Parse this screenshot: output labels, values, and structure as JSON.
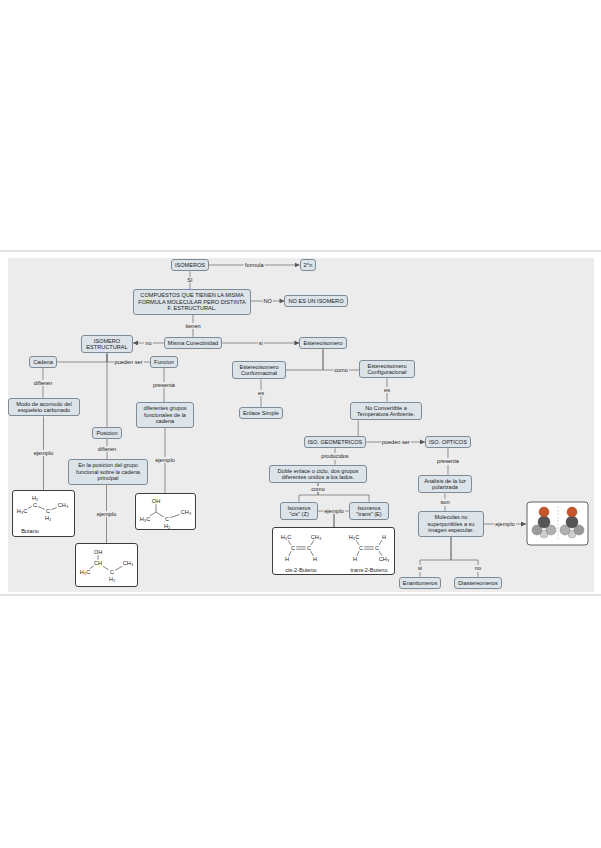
{
  "diagram": {
    "nodes": [
      {
        "text": [
          "ISOMEROS"
        ]
      },
      {
        "text": [
          "2^n"
        ]
      },
      {
        "text": [
          "COMPUESTOS QUE TIENEN LA MISMA FORMULA MOLECULAR PERO DISTINTA F. ESTRUCTURAL."
        ]
      },
      {
        "text": [
          "NO ES UN ISOMERO"
        ]
      },
      {
        "text": [
          "ISOMERO ESTRUCTURAL"
        ]
      },
      {
        "text": [
          "Misma Conectividad"
        ]
      },
      {
        "text": [
          "Estereoisomero"
        ]
      },
      {
        "text": [
          "Cadena"
        ]
      },
      {
        "text": [
          "Funcion"
        ]
      },
      {
        "text": [
          "Estereoisomero Conformacinal"
        ]
      },
      {
        "text": [
          "Estereoisomero Configuracional"
        ]
      },
      {
        "text": [
          "Modo de acomodo del esqueleto carbonado"
        ]
      },
      {
        "text": [
          "diferentes grupos funcionales de la cadena"
        ]
      },
      {
        "text": [
          "Enlace Simple"
        ]
      },
      {
        "text": [
          "No Convertible a Temperatura Ambiente."
        ]
      },
      {
        "text": [
          "Posicion"
        ]
      },
      {
        "text": [
          "ISO. GEOMETRICOS"
        ]
      },
      {
        "text": [
          "ISO. OPTICOS"
        ]
      },
      {
        "text": [
          "En la posicion del grupo funcional sobre la cadena principal"
        ]
      },
      {
        "text": [
          "Doble enlace o ciclo, dos grupos diferentes unidos a los lados."
        ]
      },
      {
        "text": [
          "Analisis de la luz polarizada"
        ]
      },
      {
        "text": [
          "H₃C",
          "H₂",
          "C",
          "C",
          "H₂",
          "CH₃",
          "Butano"
        ]
      },
      {
        "text": [
          "OH",
          "H₃C",
          "C",
          "H₂",
          "CH₃"
        ]
      },
      {
        "text": [
          "Isomeros \"cis\" (Z)"
        ]
      },
      {
        "text": [
          "Isomeros \"trans\" (E)"
        ]
      },
      {
        "text": [
          "Moleculas no superponibles a su imagen especular."
        ]
      },
      {
        "text": [
          "H₃C",
          "CH₃",
          "C",
          "C",
          "H",
          "H",
          "cis-2-Buteno",
          "H₃C",
          "H",
          "C",
          "C",
          "H",
          "CH₃",
          "trans-2-Buteno"
        ]
      },
      {
        "text": [
          "OH",
          "H₃C",
          "CH",
          "C",
          "H₂",
          "CH₃"
        ]
      },
      {
        "text": [
          "Enantiomeros"
        ]
      },
      {
        "text": [
          "Diastereomeros"
        ]
      }
    ],
    "edges": [
      {
        "from": 0,
        "to": 1,
        "label": "formula",
        "arrow": "to"
      },
      {
        "from": 0,
        "to": 2,
        "label": "SI",
        "arrow": "none"
      },
      {
        "from": 2,
        "to": 3,
        "label": "NO",
        "arrow": "to"
      },
      {
        "from": 2,
        "to": 5,
        "label": "tienen",
        "arrow": "none"
      },
      {
        "from": 5,
        "to": 4,
        "label": "no",
        "arrow": "to"
      },
      {
        "from": 5,
        "to": 6,
        "label": "si",
        "arrow": "to"
      },
      {
        "from": 4,
        "to": 7,
        "arrow": "none"
      },
      {
        "from": 4,
        "to": 8,
        "label": "pueden ser",
        "arrow": "none"
      },
      {
        "from": 4,
        "to": 15,
        "arrow": "none"
      },
      {
        "from": 6,
        "to": 9,
        "arrow": "none"
      },
      {
        "from": 6,
        "to": 10,
        "label": "como",
        "arrow": "none"
      },
      {
        "from": 9,
        "to": 13,
        "label": "es",
        "arrow": "none"
      },
      {
        "from": 10,
        "to": 14,
        "label": "es",
        "arrow": "none"
      },
      {
        "from": 7,
        "to": 11,
        "label": "difieren",
        "arrow": "none"
      },
      {
        "from": 8,
        "to": 12,
        "label": "presenta",
        "arrow": "none"
      },
      {
        "from": 15,
        "to": 18,
        "label": "difieren",
        "arrow": "none"
      },
      {
        "from": 14,
        "to": 16,
        "arrow": "none"
      },
      {
        "from": 16,
        "to": 17,
        "label": "pueden ser",
        "arrow": "to"
      },
      {
        "from": 11,
        "to": 21,
        "label": "ejemplo",
        "arrow": "none"
      },
      {
        "from": 12,
        "to": 22,
        "label": "ejemplo",
        "arrow": "none"
      },
      {
        "from": 18,
        "to": 27,
        "label": "ejemplo",
        "arrow": "none"
      },
      {
        "from": 16,
        "to": 19,
        "label": "producidos",
        "arrow": "none"
      },
      {
        "from": 19,
        "to": 23,
        "label": "como",
        "arrow": "none"
      },
      {
        "from": 19,
        "to": 24,
        "arrow": "none"
      },
      {
        "from": 23,
        "to": 26,
        "label": "ejemplo",
        "arrow": "none"
      },
      {
        "from": 24,
        "to": 26,
        "arrow": "none"
      },
      {
        "from": 17,
        "to": 20,
        "label": "presenta",
        "arrow": "none"
      },
      {
        "from": 20,
        "to": 25,
        "label": "son",
        "arrow": "none"
      },
      {
        "from": 25,
        "to": 28,
        "label": "si",
        "arrow": "none"
      },
      {
        "from": 25,
        "to": 29,
        "label": "no",
        "arrow": "none"
      }
    ],
    "labels": [
      "ejemplo"
    ]
  }
}
